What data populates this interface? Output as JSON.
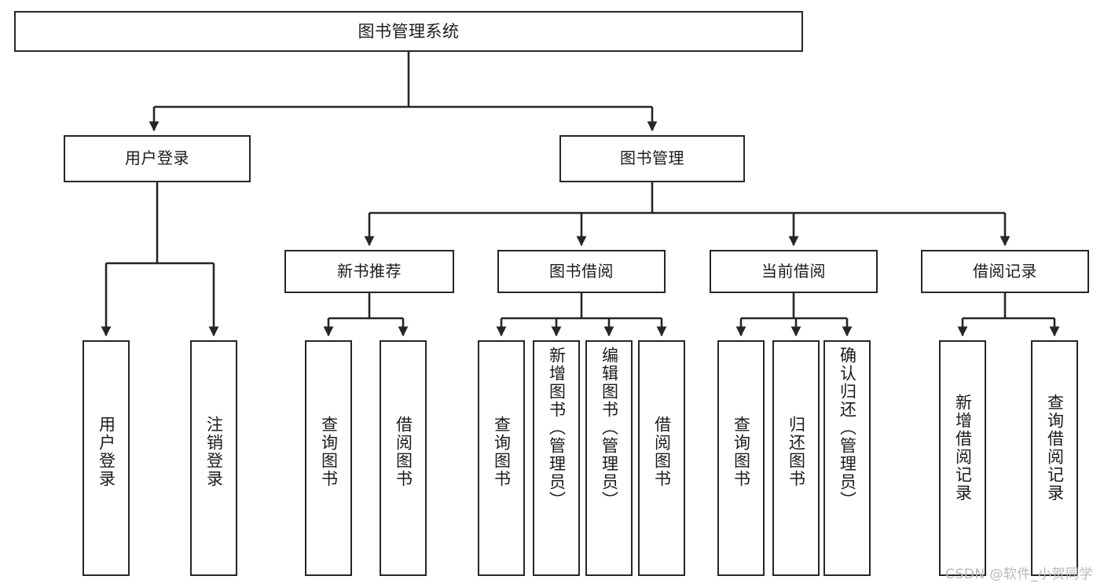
{
  "diagram": {
    "title": "图书管理系统",
    "type": "tree-hierarchy",
    "root": {
      "label": "图书管理系统"
    },
    "level1": [
      {
        "label": "用户登录"
      },
      {
        "label": "图书管理"
      }
    ],
    "level2": [
      {
        "label": "新书推荐"
      },
      {
        "label": "图书借阅"
      },
      {
        "label": "当前借阅"
      },
      {
        "label": "借阅记录"
      }
    ],
    "leaves": {
      "user_login": [
        {
          "label": "用户登录"
        },
        {
          "label": "注销登录"
        }
      ],
      "new_book_rec": [
        {
          "label": "查询图书"
        },
        {
          "label": "借阅图书"
        }
      ],
      "book_borrow": [
        {
          "label": "查询图书"
        },
        {
          "label": "新增图书（管理员）"
        },
        {
          "label": "编辑图书（管理员）"
        },
        {
          "label": "借阅图书"
        }
      ],
      "current_borrow": [
        {
          "label": "查询图书"
        },
        {
          "label": "归还图书"
        },
        {
          "label": "确认归还（管理员）"
        }
      ],
      "borrow_record": [
        {
          "label": "新增借阅记录"
        },
        {
          "label": "查询借阅记录"
        }
      ]
    }
  },
  "watermark": {
    "text": "CSDN @软件_小贺同学"
  },
  "colors": {
    "stroke": "#262626",
    "text": "#1b1b1b",
    "background": "#ffffff",
    "watermark": "#b8b8b8"
  }
}
